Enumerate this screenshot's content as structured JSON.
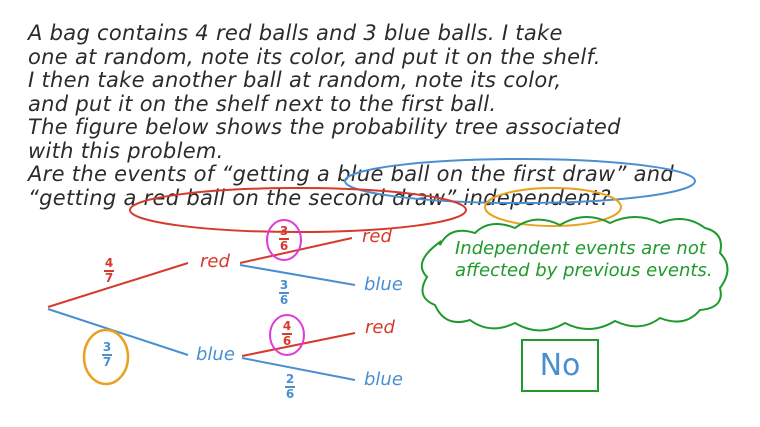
{
  "question": {
    "lines": [
      "A bag contains 4 red balls and 3 blue balls. I take",
      "one at random, note its color, and put it on the shelf.",
      "I then take another ball at random, note its color,",
      "and put it on the shelf next to the first ball.",
      "The figure below shows the probability tree associated",
      "with this problem.",
      "Are the events of “getting a blue ball on the first draw” and",
      "“getting a red ball on the second draw” independent?"
    ],
    "highlight_blue": "blue ball on the first draw",
    "highlight_red": "red ball on the second draw",
    "highlight_orange": "independent"
  },
  "tree": {
    "first_draw": [
      {
        "label": "red",
        "prob_num": "4",
        "prob_den": "7",
        "color": "#d63a2c"
      },
      {
        "label": "blue",
        "prob_num": "3",
        "prob_den": "7",
        "color": "#4a8fd0",
        "circled": "orange"
      }
    ],
    "after_red": [
      {
        "label": "red",
        "prob_num": "3",
        "prob_den": "6",
        "color": "#d63a2c",
        "circled": "magenta"
      },
      {
        "label": "blue",
        "prob_num": "3",
        "prob_den": "6",
        "color": "#4a8fd0"
      }
    ],
    "after_blue": [
      {
        "label": "red",
        "prob_num": "4",
        "prob_den": "6",
        "color": "#d63a2c",
        "circled": "magenta"
      },
      {
        "label": "blue",
        "prob_num": "2",
        "prob_den": "6",
        "color": "#4a8fd0"
      }
    ]
  },
  "note": {
    "text": "Independent events are not affected by previous events.",
    "color": "#1f9a2c"
  },
  "answer": {
    "text": "No",
    "box_color": "#1f9a2c",
    "text_color": "#4a8fd0"
  },
  "colors": {
    "ink": "#2b2b2b",
    "red": "#d63a2c",
    "blue": "#4a8fd0",
    "green": "#1f9a2c",
    "orange": "#e9a21f",
    "magenta": "#e03ad8"
  }
}
